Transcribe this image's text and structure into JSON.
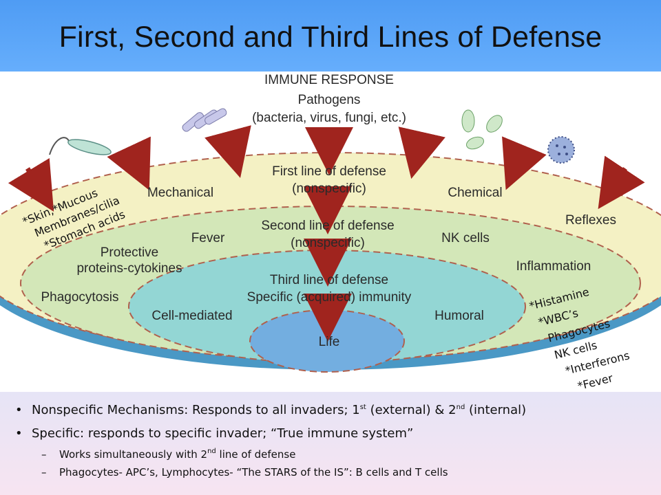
{
  "title": "First, Second and Third Lines of Defense",
  "diagram": {
    "heading": "IMMUNE RESPONSE",
    "pathogens_title": "Pathogens",
    "pathogens_sub": "(bacteria, virus, fungi, etc.)",
    "first_line": "First line of defense",
    "first_line_sub": "(nonspecific)",
    "mechanical": "Mechanical",
    "chemical": "Chemical",
    "reflexes": "Reflexes",
    "second_line": "Second line of defense",
    "second_line_sub": "(nonspecific)",
    "fever": "Fever",
    "nk_cells": "NK cells",
    "protective": "Protective",
    "proteins": "proteins-cytokines",
    "inflammation": "Inflammation",
    "phagocytosis": "Phagocytosis",
    "third_line": "Third line of defense",
    "third_line_sub": "Specific (acquired) immunity",
    "cell_mediated": "Cell-mediated",
    "humoral": "Humoral",
    "life": "Life",
    "colors": {
      "outer_fill": "#f4f1c4",
      "second_fill": "#d3e7b8",
      "third_fill": "#93d6d4",
      "life_fill": "#73aee0",
      "arrow": "#a0241e",
      "dash": "#b0604d"
    }
  },
  "annotations": {
    "left": [
      "*Skin,*Mucous",
      "Membranes/cilia",
      "*Stomach acids"
    ],
    "right": [
      "*Histamine",
      "*WBC’s",
      "Phagocytes",
      "NK cells",
      "*Interferons",
      "*Fever"
    ]
  },
  "bullets": {
    "b1_text": "Nonspecific Mechanisms: Responds to all invaders; 1",
    "b1_sup1": "st",
    "b1_mid": " (external) & 2",
    "b1_sup2": "nd",
    "b1_end": " (internal)",
    "b2_text": "Specific: responds to specific invader; “True immune system”",
    "s1_text": "Works simultaneously with 2",
    "s1_sup": "nd",
    "s1_end": " line of defense",
    "s2_text": "Phagocytes- APC’s,  Lymphocytes-  “The STARS of the IS”:   B cells and T cells"
  }
}
